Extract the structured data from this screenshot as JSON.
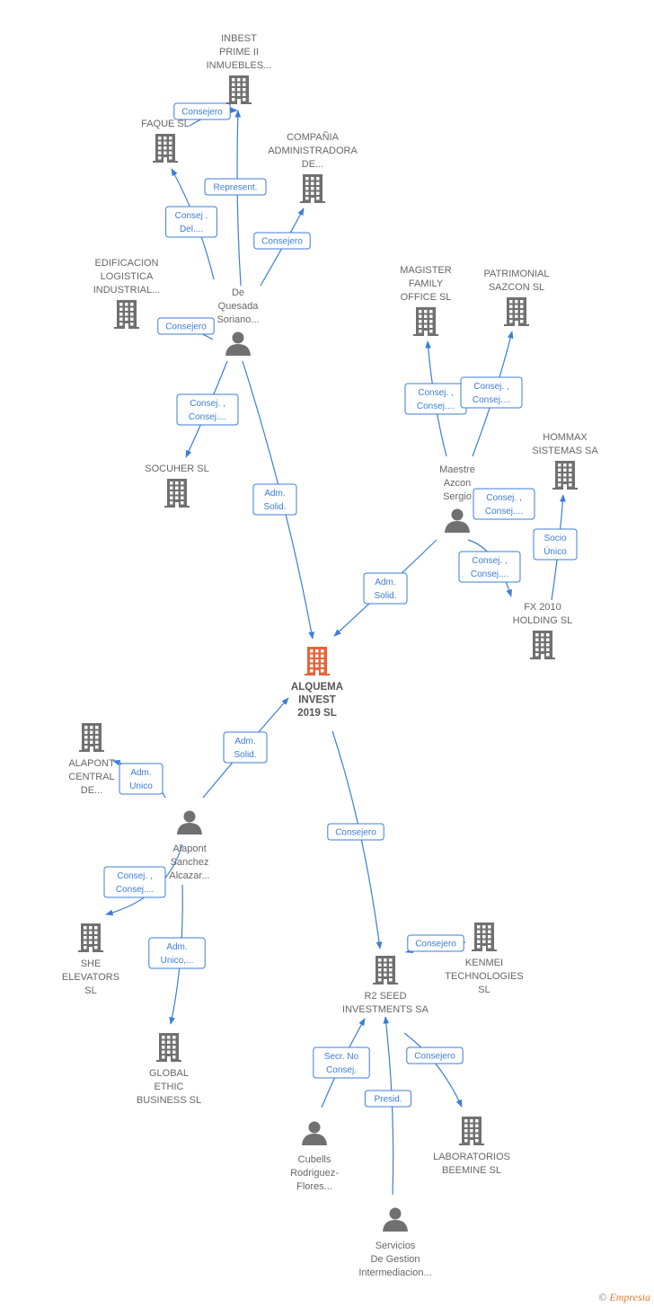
{
  "colors": {
    "company": "#707070",
    "main": "#e8623a",
    "person": "#707070",
    "edge": "#3b7dd8"
  },
  "nodes": [
    {
      "id": "inbest",
      "type": "company",
      "label": [
        "INBEST",
        "PRIME II",
        "INMUEBLES..."
      ]
    },
    {
      "id": "faque",
      "type": "company",
      "label": [
        "FAQUE SL"
      ]
    },
    {
      "id": "compania",
      "type": "company",
      "label": [
        "COMPAÑIA",
        "ADMINISTRADORA",
        "DE..."
      ]
    },
    {
      "id": "edificacion",
      "type": "company",
      "label": [
        "EDIFICACION",
        "LOGISTICA",
        "INDUSTRIAL..."
      ]
    },
    {
      "id": "dequesada",
      "type": "person",
      "label": [
        "De",
        "Quesada",
        "Soriano..."
      ]
    },
    {
      "id": "socuher",
      "type": "company",
      "label": [
        "SOCUHER SL"
      ]
    },
    {
      "id": "magister",
      "type": "company",
      "label": [
        "MAGISTER",
        "FAMILY",
        "OFFICE SL"
      ]
    },
    {
      "id": "patrimonial",
      "type": "company",
      "label": [
        "PATRIMONIAL",
        "SAZCON  SL"
      ]
    },
    {
      "id": "maestre",
      "type": "person",
      "label": [
        "Maestre",
        "Azcon",
        "Sergio"
      ]
    },
    {
      "id": "hommax",
      "type": "company",
      "label": [
        "HOMMAX",
        "SISTEMAS SA"
      ]
    },
    {
      "id": "fx2010",
      "type": "company",
      "label": [
        "FX 2010",
        "HOLDING SL"
      ]
    },
    {
      "id": "alquema",
      "type": "main",
      "label": [
        "ALQUEMA",
        "INVEST",
        "2019  SL"
      ]
    },
    {
      "id": "alapontcentral",
      "type": "company",
      "label": [
        "ALAPONT",
        "CENTRAL",
        "DE..."
      ]
    },
    {
      "id": "alapontsanchez",
      "type": "person",
      "label": [
        "Alapont",
        "Sanchez",
        "Alcazar..."
      ]
    },
    {
      "id": "she",
      "type": "company",
      "label": [
        "SHE",
        "ELEVATORS",
        "SL"
      ]
    },
    {
      "id": "global",
      "type": "company",
      "label": [
        "GLOBAL",
        "ETHIC",
        "BUSINESS  SL"
      ]
    },
    {
      "id": "r2seed",
      "type": "company",
      "label": [
        "R2 SEED",
        "INVESTMENTS SA"
      ]
    },
    {
      "id": "kenmei",
      "type": "company",
      "label": [
        "KENMEI",
        "TECHNOLOGIES",
        "SL"
      ]
    },
    {
      "id": "laboratorios",
      "type": "company",
      "label": [
        "LABORATORIOS",
        "BEEMINE  SL"
      ]
    },
    {
      "id": "cubells",
      "type": "person",
      "label": [
        "Cubells",
        "Rodriguez-",
        "Flores..."
      ]
    },
    {
      "id": "servicios",
      "type": "person",
      "label": [
        "Servicios",
        "De Gestion",
        "Intermediacion..."
      ]
    }
  ],
  "edges": [
    {
      "from": "faque",
      "to": "inbest",
      "label": [
        "Consejero"
      ]
    },
    {
      "from": "dequesada",
      "to": "inbest",
      "label": [
        "Represent."
      ]
    },
    {
      "from": "dequesada",
      "to": "faque",
      "label": [
        "Consej .",
        "Del...."
      ]
    },
    {
      "from": "dequesada",
      "to": "compania",
      "label": [
        "Consejero"
      ]
    },
    {
      "from": "dequesada",
      "to": "edificacion",
      "label": [
        "Consejero"
      ]
    },
    {
      "from": "dequesada",
      "to": "socuher",
      "label": [
        "Consej. ,",
        "Consej...."
      ]
    },
    {
      "from": "dequesada",
      "to": "alquema",
      "label": [
        "Adm.",
        "Solid."
      ]
    },
    {
      "from": "maestre",
      "to": "magister",
      "label": [
        "Consej. ,",
        "Consej...."
      ]
    },
    {
      "from": "maestre",
      "to": "patrimonial",
      "label": [
        "Consej. ,",
        "Consej...."
      ]
    },
    {
      "from": "maestre",
      "to": "hommax",
      "label": [
        "Consej. ,",
        "Consej...."
      ]
    },
    {
      "from": "maestre",
      "to": "fx2010",
      "label": [
        "Consej. ,",
        "Consej...."
      ]
    },
    {
      "from": "fx2010",
      "to": "hommax",
      "label": [
        "Socio",
        "Único"
      ]
    },
    {
      "from": "maestre",
      "to": "alquema",
      "label": [
        "Adm.",
        "Solid."
      ]
    },
    {
      "from": "alapontsanchez",
      "to": "alquema",
      "label": [
        "Adm.",
        "Solid."
      ]
    },
    {
      "from": "alapontsanchez",
      "to": "alapontcentral",
      "label": [
        "Adm.",
        "Unico"
      ]
    },
    {
      "from": "alapontsanchez",
      "to": "she",
      "label": [
        "Consej. ,",
        "Consej...."
      ]
    },
    {
      "from": "alapontsanchez",
      "to": "global",
      "label": [
        "Adm.",
        "Unico,..."
      ]
    },
    {
      "from": "alquema",
      "to": "r2seed",
      "label": [
        "Consejero"
      ]
    },
    {
      "from": "kenmei",
      "to": "r2seed",
      "label": [
        "Consejero"
      ]
    },
    {
      "from": "r2seed",
      "to": "laboratorios",
      "label": [
        "Consejero"
      ]
    },
    {
      "from": "cubells",
      "to": "r2seed",
      "label": [
        "Secr.  No",
        "Consej."
      ]
    },
    {
      "from": "servicios",
      "to": "r2seed",
      "label": [
        "Presid."
      ]
    }
  ],
  "footer": {
    "copyright": "©",
    "brand": "Empresia"
  }
}
